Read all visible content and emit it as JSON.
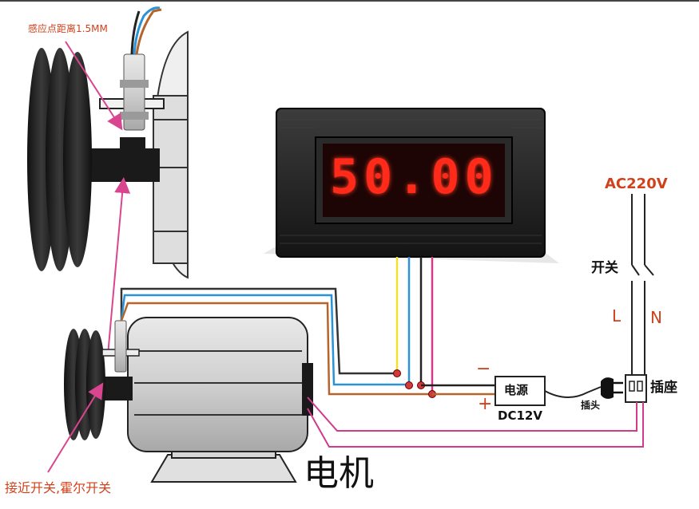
{
  "labels": {
    "sensing_distance": "感应点距离1.5MM",
    "meter_reading": "50.00",
    "ac_voltage": "AC220V",
    "switch": "开关",
    "live": "L",
    "neutral": "N",
    "minus": "−",
    "plus": "+",
    "power_supply": "电源",
    "dc_voltage": "DC12V",
    "plug": "插头",
    "socket": "插座",
    "motor": "电机",
    "sensor_caption": "接近开关,霍尔开关"
  },
  "colors": {
    "wire_yellow": "#f2e12a",
    "wire_blue": "#2a93d8",
    "wire_black": "#222222",
    "wire_pink": "#d23a8c",
    "wire_brown": "#b5652a",
    "label_red": "#d0421b",
    "digit_red": "#ff2a1a",
    "arrow_pink": "#d9468f"
  }
}
